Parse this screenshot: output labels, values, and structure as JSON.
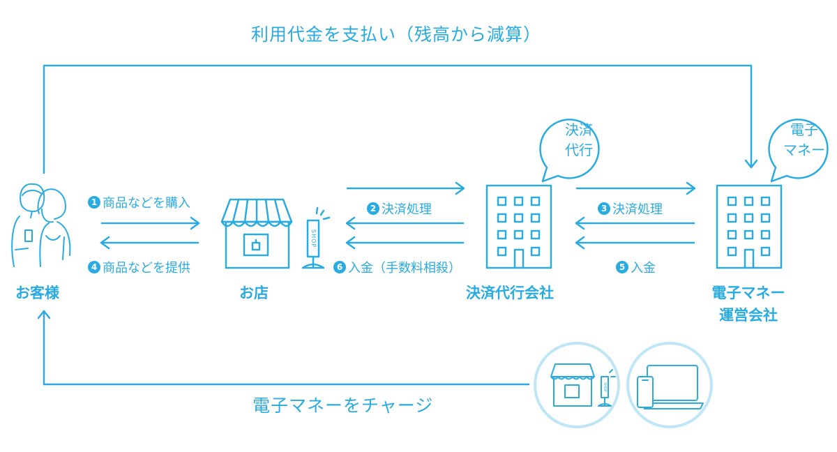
{
  "top_label": "利用代金を支払い（残高から減算）",
  "bottom_label": "電子マネーをチャージ",
  "entities": {
    "customer": "お客様",
    "store": "お店",
    "payment_agent": "決済代行会社",
    "emoney_line1": "電子マネー",
    "emoney_line2": "運営会社"
  },
  "edges": {
    "e1": {
      "num": "1",
      "label": "商品などを購入"
    },
    "e2": {
      "num": "2",
      "label": "決済処理"
    },
    "e3": {
      "num": "3",
      "label": "決済処理"
    },
    "e4": {
      "num": "4",
      "label": "商品などを提供"
    },
    "e5": {
      "num": "5",
      "label": "入金"
    },
    "e6": {
      "num": "6",
      "label": "入金（手数料相殺）"
    }
  },
  "bubbles": {
    "agent": {
      "line1": "決済",
      "line2": "代行"
    },
    "emoney": {
      "line1": "電子",
      "line2": "マネー"
    }
  },
  "shop_sign": "SHOP",
  "colors": {
    "primary": "#29abe2",
    "circle_fill": "#ffffff",
    "circle_ring": "#bfe6f6"
  }
}
